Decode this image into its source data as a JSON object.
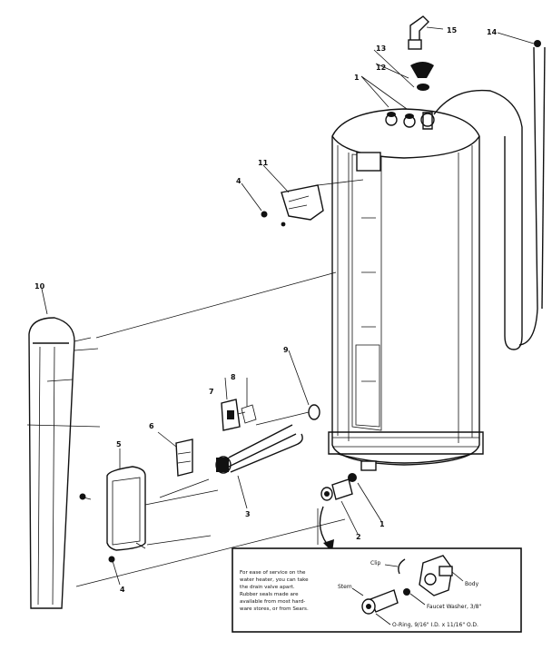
{
  "callouts": {
    "c1a": "1",
    "c1b": "1",
    "c2": "2",
    "c3": "3",
    "c4a": "4",
    "c4b": "4",
    "c5": "5",
    "c6": "6",
    "c7": "7",
    "c8": "8",
    "c9": "9",
    "c10": "10",
    "c11": "11",
    "c12": "12",
    "c13": "13",
    "c14": "14",
    "c15": "15"
  },
  "detail": {
    "note_lines": [
      "For ease of service on the",
      "water heater, you can take",
      "the drain valve apart.",
      "Rubber seals made are",
      "available from most hard-",
      "ware stores, or from Sears."
    ],
    "parts": {
      "clip": "Clip",
      "stem": "Stem",
      "body": "Body",
      "washer": "Faucet Washer, 3/8\"",
      "oring": "O-Ring, 9/16\" I.D. x 11/16\" O.D."
    }
  }
}
